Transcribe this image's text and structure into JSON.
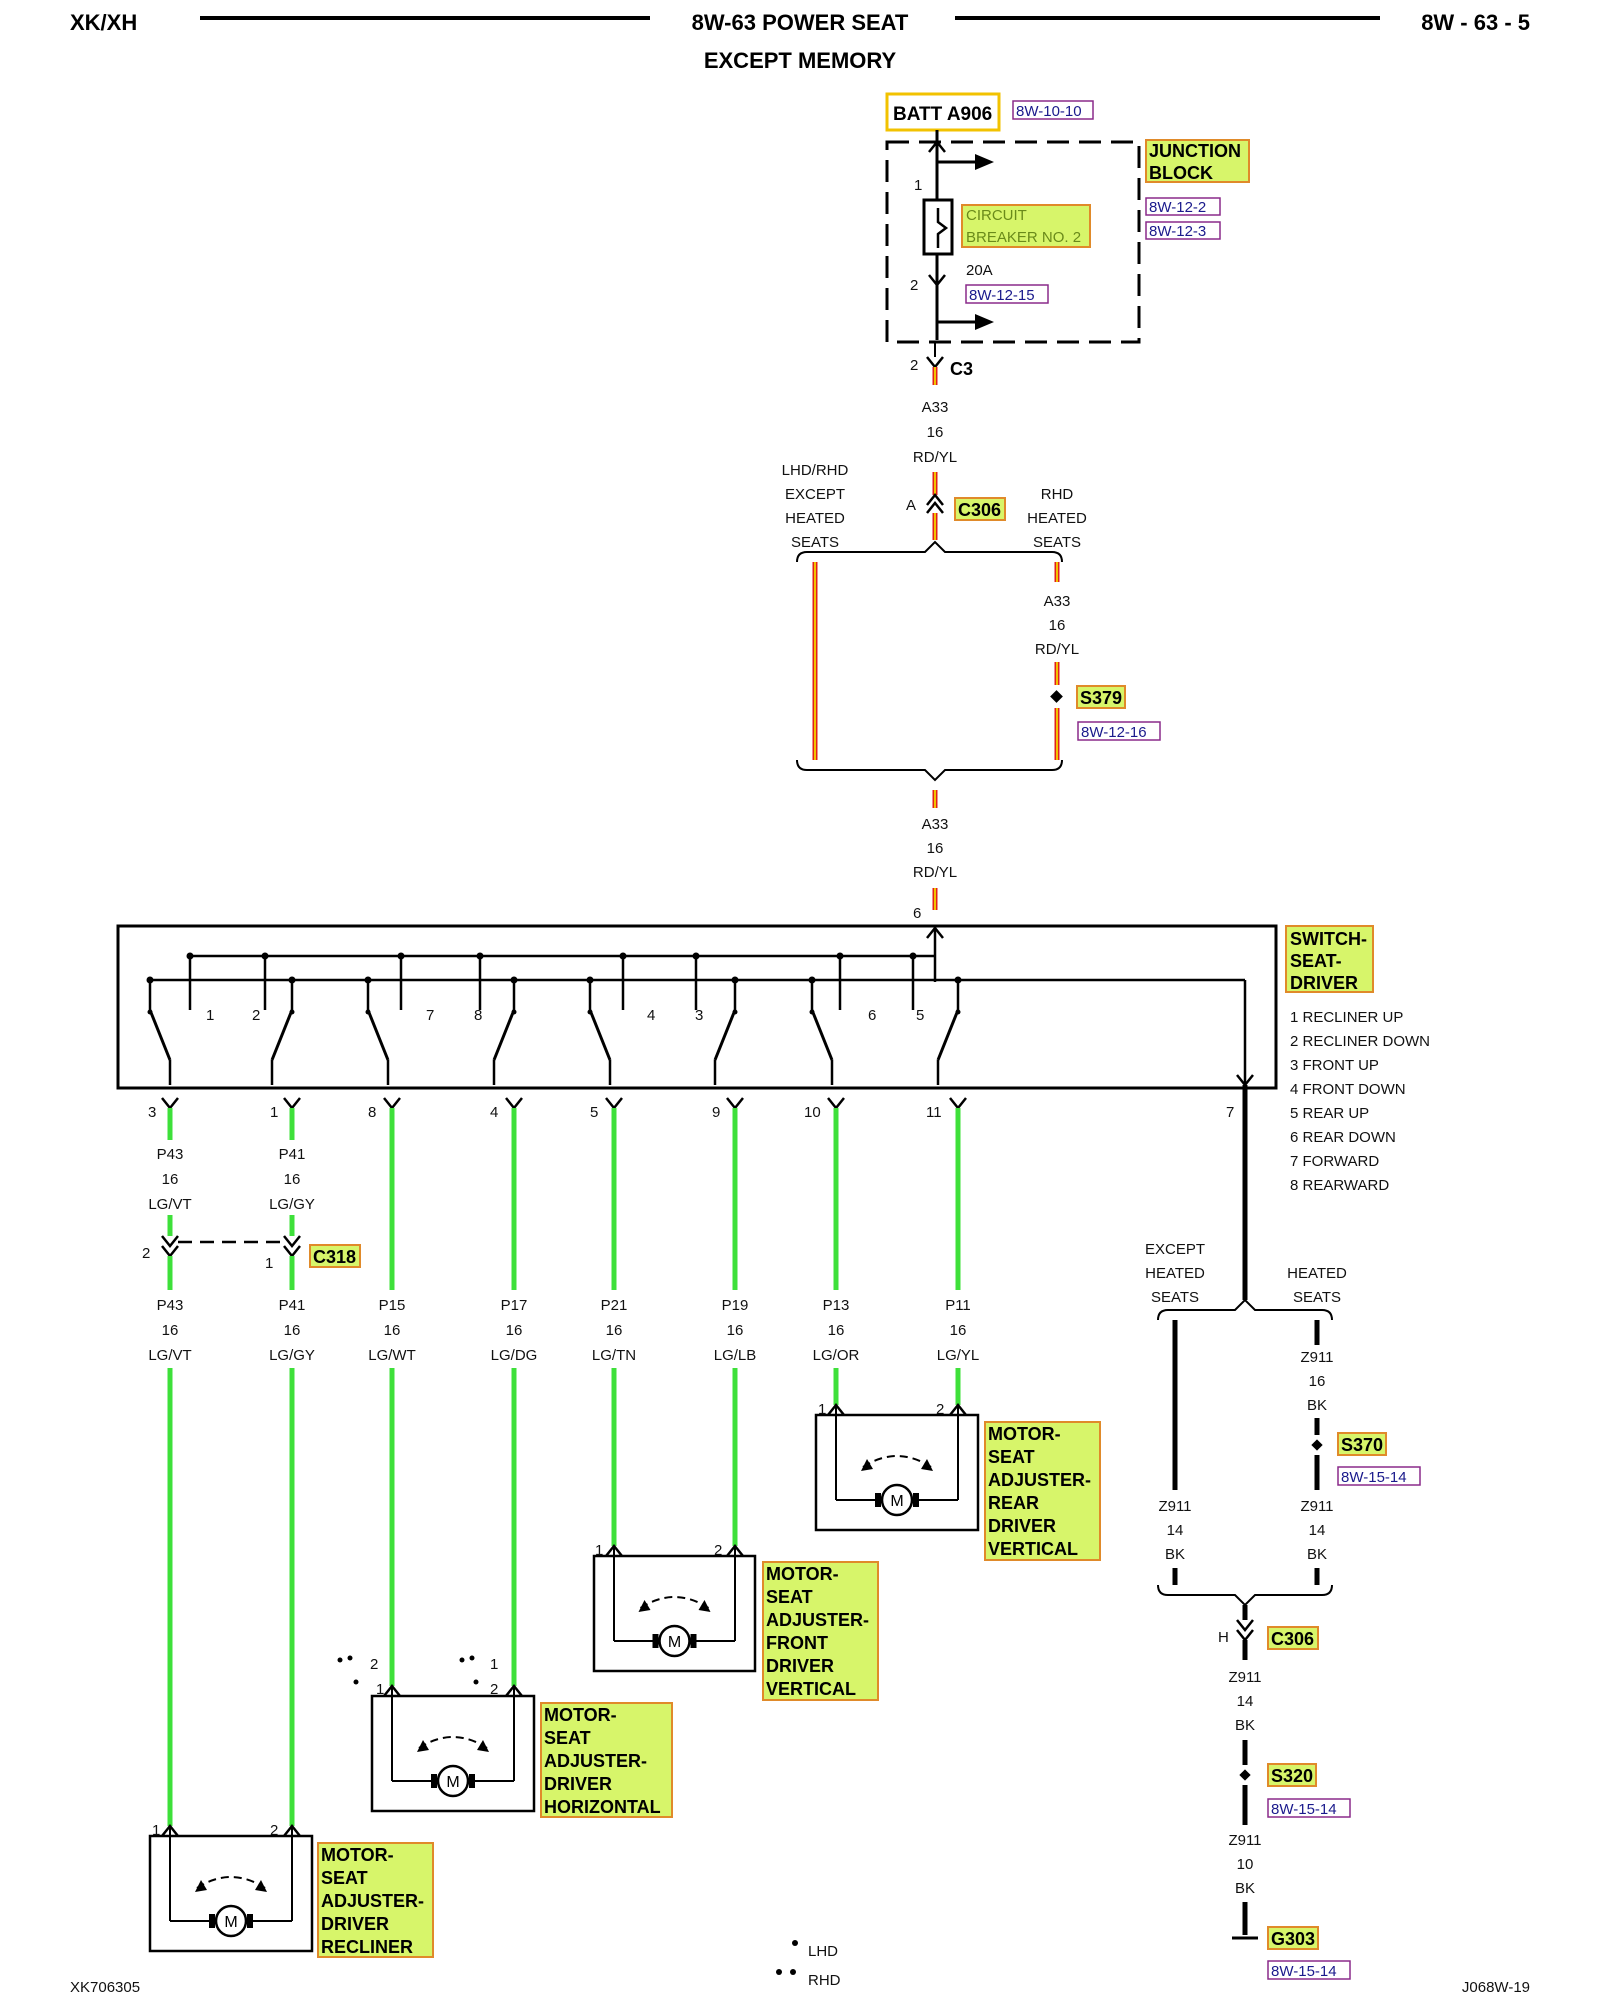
{
  "header": {
    "left": "XK/XH",
    "title_line1": "8W-63 POWER SEAT",
    "title_line2": "EXCEPT MEMORY",
    "right": "8W - 63 - 5"
  },
  "footer": {
    "left": "XK706305",
    "right": "J068W-19"
  },
  "legend": {
    "lhd_label": "LHD",
    "rhd_label": "RHD"
  },
  "batt": {
    "label": "BATT A906",
    "ref": "8W-10-10"
  },
  "junction_block": {
    "label_line1": "JUNCTION",
    "label_line2": "BLOCK",
    "ref1": "8W-12-2",
    "ref2": "8W-12-3",
    "breaker_line1": "CIRCUIT",
    "breaker_line2": "BREAKER NO. 2",
    "rating": "20A",
    "breaker_ref": "8W-12-15",
    "pin_top": "1",
    "pin_bottom": "2"
  },
  "c3": {
    "label": "C3",
    "pin": "2"
  },
  "wire_a33_top": {
    "circuit": "A33",
    "gauge": "16",
    "color": "RD/YL"
  },
  "c306_top": {
    "label": "C306",
    "pin": "A"
  },
  "branch_lhd": {
    "line1": "LHD/RHD",
    "line2": "EXCEPT",
    "line3": "HEATED",
    "line4": "SEATS"
  },
  "branch_rhd": {
    "line1": "RHD",
    "line2": "HEATED",
    "line3": "SEATS"
  },
  "wire_a33_mid": {
    "circuit": "A33",
    "gauge": "16",
    "color": "RD/YL"
  },
  "s379": {
    "label": "S379",
    "ref": "8W-12-16"
  },
  "wire_a33_bot": {
    "circuit": "A33",
    "gauge": "16",
    "color": "RD/YL"
  },
  "switch_block": {
    "label_line1": "SWITCH-",
    "label_line2": "SEAT-",
    "label_line3": "DRIVER",
    "input_pin": "6",
    "positions": [
      "1 RECLINER UP",
      "2 RECLINER DOWN",
      "3 FRONT UP",
      "4 FRONT DOWN",
      "5 REAR UP",
      "6 REAR DOWN",
      "7 FORWARD",
      "8 REARWARD"
    ],
    "contact_numbers": [
      "1",
      "2",
      "7",
      "8",
      "4",
      "3",
      "6",
      "5"
    ]
  },
  "output_pins": [
    "3",
    "1",
    "8",
    "4",
    "5",
    "9",
    "10",
    "11",
    "7"
  ],
  "wires_upper": [
    {
      "circuit": "P43",
      "gauge": "16",
      "color": "LG/VT"
    },
    {
      "circuit": "P41",
      "gauge": "16",
      "color": "LG/GY"
    }
  ],
  "c318": {
    "label": "C318",
    "pin_left": "2",
    "pin_right": "1"
  },
  "wires_lower": [
    {
      "circuit": "P43",
      "gauge": "16",
      "color": "LG/VT"
    },
    {
      "circuit": "P41",
      "gauge": "16",
      "color": "LG/GY"
    },
    {
      "circuit": "P15",
      "gauge": "16",
      "color": "LG/WT"
    },
    {
      "circuit": "P17",
      "gauge": "16",
      "color": "LG/DG"
    },
    {
      "circuit": "P21",
      "gauge": "16",
      "color": "LG/TN"
    },
    {
      "circuit": "P19",
      "gauge": "16",
      "color": "LG/LB"
    },
    {
      "circuit": "P13",
      "gauge": "16",
      "color": "LG/OR"
    },
    {
      "circuit": "P11",
      "gauge": "16",
      "color": "LG/YL"
    }
  ],
  "motors": [
    {
      "lines": [
        "MOTOR-",
        "SEAT",
        "ADJUSTER-",
        "REAR",
        "DRIVER",
        "VERTICAL"
      ],
      "pin_left": "1",
      "pin_right": "2",
      "symbol": "M"
    },
    {
      "lines": [
        "MOTOR-",
        "SEAT",
        "ADJUSTER-",
        "FRONT",
        "DRIVER",
        "VERTICAL"
      ],
      "pin_left": "1",
      "pin_right": "2",
      "symbol": "M"
    },
    {
      "lines": [
        "MOTOR-",
        "SEAT",
        "ADJUSTER-",
        "DRIVER",
        "HORIZONTAL"
      ],
      "pin_left": "1",
      "pin_right": "1",
      "pin_left_alt": "2",
      "pin_right_alt": "2",
      "symbol": "M"
    },
    {
      "lines": [
        "MOTOR-",
        "SEAT",
        "ADJUSTER-",
        "DRIVER",
        "RECLINER"
      ],
      "pin_left": "1",
      "pin_right": "2",
      "symbol": "M"
    }
  ],
  "ground_branch": {
    "left_line1": "EXCEPT",
    "left_line2": "HEATED",
    "left_line3": "SEATS",
    "right_line1": "HEATED",
    "right_line2": "SEATS"
  },
  "z911_heated": {
    "circuit": "Z911",
    "gauge": "16",
    "color": "BK"
  },
  "s370": {
    "label": "S370",
    "ref": "8W-15-14"
  },
  "z911_left": {
    "circuit": "Z911",
    "gauge": "14",
    "color": "BK"
  },
  "z911_right": {
    "circuit": "Z911",
    "gauge": "14",
    "color": "BK"
  },
  "c306_bot": {
    "label": "C306",
    "pin": "H"
  },
  "z911_mid": {
    "circuit": "Z911",
    "gauge": "14",
    "color": "BK"
  },
  "s320": {
    "label": "S320",
    "ref": "8W-15-14"
  },
  "z911_bot": {
    "circuit": "Z911",
    "gauge": "10",
    "color": "BK"
  },
  "g303": {
    "label": "G303",
    "ref": "8W-15-14"
  },
  "colors": {
    "wire_red": "#e0201b",
    "wire_yellow": "#f2c200",
    "wire_green": "#3ee03a",
    "label_bg": "#d7f56a",
    "label_border": "#e08a2a",
    "ref_border": "#8a2a8a"
  }
}
